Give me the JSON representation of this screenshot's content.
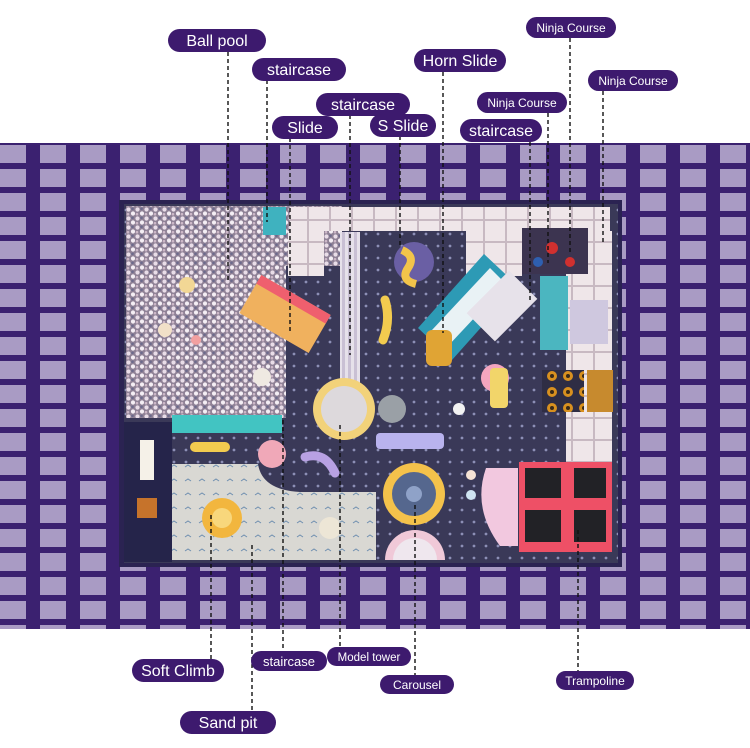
{
  "labels": {
    "ball_pool": "Ball pool",
    "staircase_top": "staircase",
    "staircase_mid": "staircase",
    "slide": "Slide",
    "s_slide": "S Slide",
    "horn_slide": "Horn Slide",
    "staircase_right": "staircase",
    "ninja_course_1": "Ninja Course",
    "ninja_course_2": "Ninja Course",
    "ninja_course_3": "Ninja Course",
    "soft_climb": "Soft Climb",
    "staircase_bottom": "staircase",
    "model_tower": "Model tower",
    "carousel": "Carousel",
    "trampoline": "Trampoline",
    "sand_pit": "Sand pit"
  },
  "colors": {
    "label_bg": "#3d1a6e",
    "backdrop_dark": "#3b2170",
    "backdrop_light": "#a99bc4",
    "floor": "#3a3958",
    "ball_pool": "#b9a9b8",
    "leader_line": "#111111"
  }
}
